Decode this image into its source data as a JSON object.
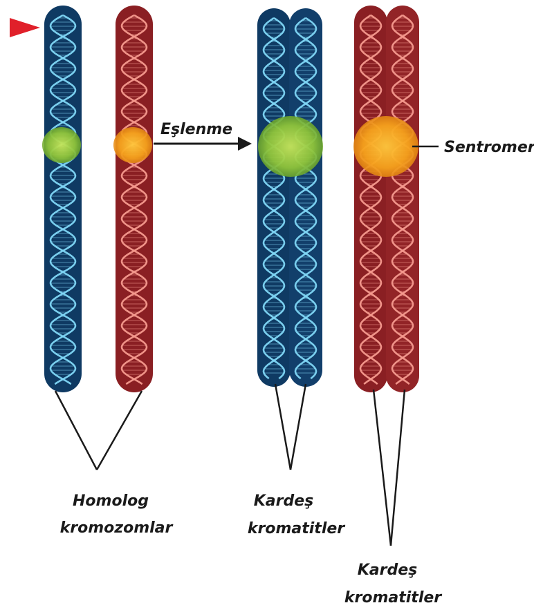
{
  "labels": {
    "replication": "Eşlenme",
    "centromere": "Sentromer",
    "homolog_line1": "Homolog",
    "homolog_line2": "kromozomlar",
    "sister_blue_line1": "Kardeş",
    "sister_blue_line2": "kromatitler",
    "sister_red_line1": "Kardeş",
    "sister_red_line2": "kromatitler"
  },
  "colors": {
    "blue_chromosome": "#0f3a63",
    "blue_helix": "#7fd6f5",
    "red_chromosome": "#8a1f23",
    "red_helix": "#f59a8e",
    "green_centromere": "#8fc43a",
    "orange_centromere": "#f6a21c",
    "marker_arrow": "#e0202a",
    "text": "#1a1a1a"
  },
  "icons": {
    "pointer": "red-triangle-pointer",
    "arrow": "right-arrow"
  }
}
